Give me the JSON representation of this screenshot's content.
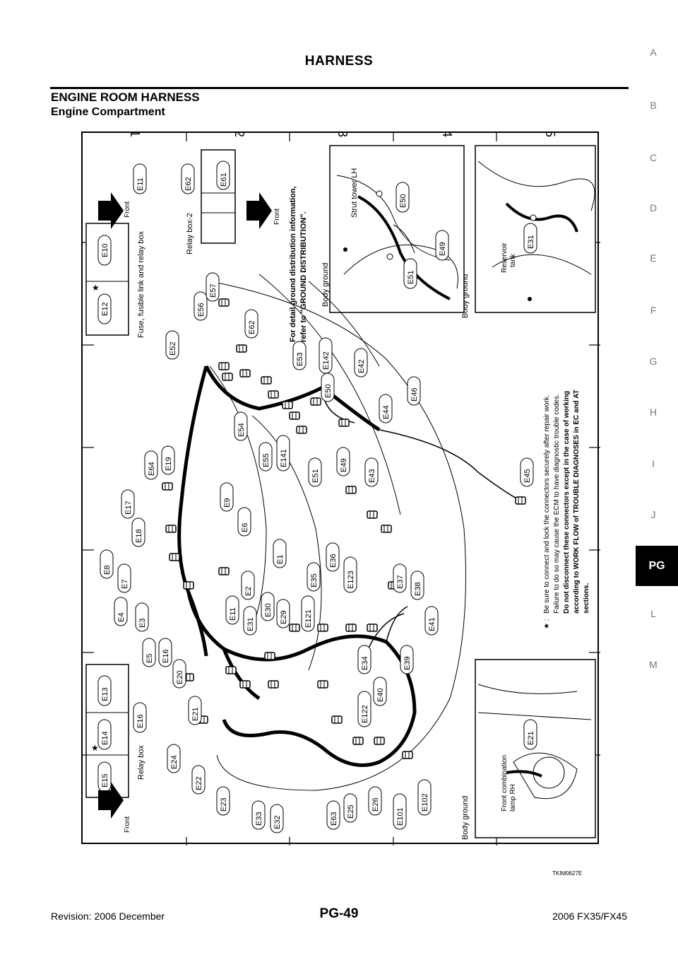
{
  "header": {
    "title": "HARNESS"
  },
  "section": {
    "title": "ENGINE ROOM HARNESS",
    "subtitle": "Engine Compartment"
  },
  "side_index": [
    "A",
    "B",
    "C",
    "D",
    "E",
    "F",
    "G",
    "H",
    "I",
    "J",
    "PG",
    "L",
    "M"
  ],
  "side_index_active": "PG",
  "grid": {
    "numbers": [
      "1",
      "2",
      "3",
      "4",
      "5"
    ],
    "letters": [
      "A",
      "B",
      "C",
      "D",
      "E",
      "F",
      "G"
    ]
  },
  "boxes": {
    "fuse_box": {
      "label": "Fuse, fusible link and relay box",
      "connectors": [
        "E12",
        "E10"
      ],
      "callout": "E11"
    },
    "relay_box2": {
      "label": "Relay box-2",
      "connector": "E61",
      "callout": "E62"
    },
    "relay_box": {
      "label": "Relay box",
      "connectors": [
        "E15",
        "E14",
        "E13"
      ],
      "callout": "E16"
    },
    "front": "Front"
  },
  "insets": {
    "ground_note": [
      "For detail ground distribution information,",
      "refer to \"GROUND DISTRIBUTION\"."
    ],
    "body_ground": "Body ground",
    "strut_tower": "Strut tower LH",
    "reservoir_tank": [
      "Reservoir",
      "tank"
    ],
    "front_lamp": [
      "Front combination",
      "lamp RH"
    ],
    "strut_connectors": [
      "E50",
      "E49",
      "E51"
    ],
    "reservoir_connector": "E31",
    "lamp_connector": "E21"
  },
  "connectors": [
    "E52",
    "E56",
    "E57",
    "E62",
    "E53",
    "E142",
    "E50",
    "E42",
    "E54",
    "E55",
    "E141",
    "E51",
    "E49",
    "E43",
    "E44",
    "E46",
    "E45",
    "E64",
    "E19",
    "E17",
    "E18",
    "E9",
    "E6",
    "E1",
    "E8",
    "E7",
    "E4",
    "E3",
    "E2",
    "E11",
    "E5",
    "E16",
    "E31",
    "E30",
    "E29",
    "E121",
    "E35",
    "E36",
    "E123",
    "E37",
    "E38",
    "E41",
    "E20",
    "E21",
    "E24",
    "E22",
    "E23",
    "E33",
    "E32",
    "E63",
    "E25",
    "E26",
    "E101",
    "E102",
    "E34",
    "E122",
    "E40",
    "E39"
  ],
  "notes": {
    "star_prefix": "★ :",
    "lines": [
      "Be sure to connect and lock the connectors securely after repair work.",
      "Failure to do so may cause the ECM to have diagnostic trouble codes.",
      "Do not disconnect these connectors except in the case of working",
      "according to WORK FLOW of TROUBLE DIAGNOSES in EC and AT",
      "sections."
    ]
  },
  "figure_id": "TKIM0627E",
  "footer": {
    "revision": "Revision: 2006 December",
    "page": "PG-49",
    "model": "2006 FX35/FX45"
  }
}
